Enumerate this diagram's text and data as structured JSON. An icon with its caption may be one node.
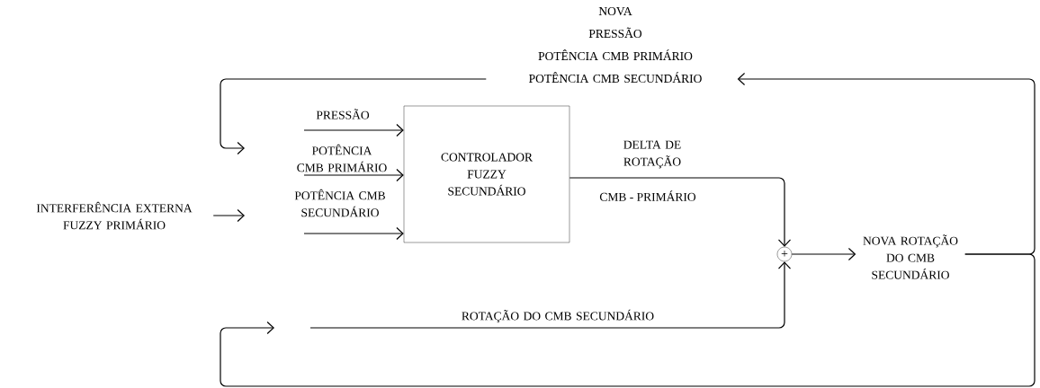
{
  "diagram": {
    "nodes": [
      {
        "text": [
          "INTERFERÊNCIA EXTERNA FUZZY PRIMÁRIO"
        ]
      },
      {
        "text": [
          "CONTROLADOR FUZZY SECUNDÁRIO"
        ]
      },
      {
        "text": [
          "+"
        ]
      },
      {
        "text": [
          "NOVA ROTAÇÃO DO CMB SECUNDÁRIO"
        ]
      },
      {
        "text": [
          "NOVA",
          "PRESSÃO",
          "POTÊNCIA CMB PRIMÁRIO",
          "POTÊNCIA CMB SECUNDÁRIO"
        ]
      }
    ],
    "edges": [
      {
        "from": 0,
        "to": null,
        "arrow": "to"
      },
      {
        "from": null,
        "to": 1,
        "arrow": "to",
        "label": "PRESSÃO"
      },
      {
        "from": null,
        "to": 1,
        "arrow": "to",
        "label": "POTÊNCIA CMB PRIMÁRIO"
      },
      {
        "from": null,
        "to": 1,
        "arrow": "to",
        "label": "POTÊNCIA CMB SECUNDÁRIO"
      },
      {
        "from": 1,
        "to": 2,
        "arrow": "to",
        "label": "DELTA DE ROTAÇÃO"
      },
      {
        "from": 2,
        "to": 3,
        "arrow": "to"
      },
      {
        "from": 3,
        "to": 4,
        "arrow": "to"
      },
      {
        "from": 4,
        "to": null,
        "arrow": "to"
      },
      {
        "from": 3,
        "to": null,
        "arrow": "to"
      },
      {
        "from": null,
        "to": 2,
        "arrow": "to",
        "label": "ROTAÇÃO DO CMB SECUNDÁRIO"
      }
    ],
    "labels": [
      "CMB - PRIMÁRIO"
    ]
  }
}
